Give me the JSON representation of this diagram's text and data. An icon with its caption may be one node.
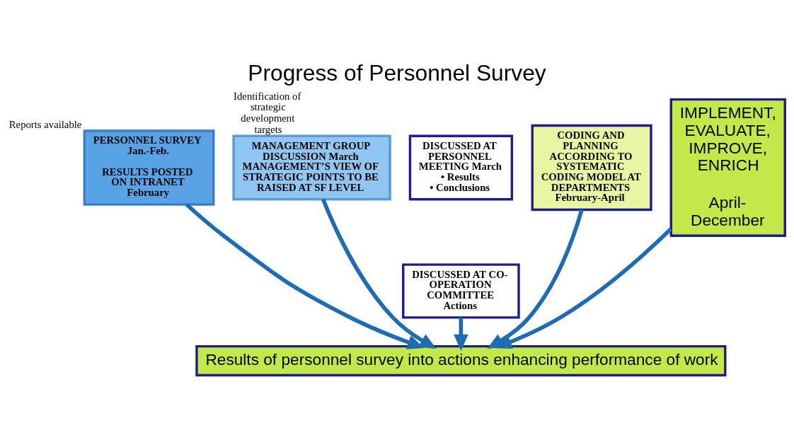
{
  "diagram": {
    "title": "Progress of Personnel Survey",
    "nodes": [
      {
        "text": [
          "PERSONNEL SURVEY Jan.-Feb.",
          "RESULTS POSTED ON INTRANET February"
        ],
        "beside": [
          "Reports available"
        ]
      },
      {
        "text": [
          "MANAGEMENT GROUP DISCUSSION March",
          "MANAGEMENT’S VIEW OF STRATEGIC POINTS TO BE RAISED AT SF LEVEL"
        ],
        "beside": [
          "Identification of strategic development targets"
        ]
      },
      {
        "text": [
          "DISCUSSED AT PERSONNEL MEETING March",
          "• Results",
          "• Conclusions"
        ]
      },
      {
        "text": [
          "DISCUSSED AT CO-OPERATION COMMITTEE",
          "Actions"
        ]
      },
      {
        "text": [
          "CODING AND PLANNING ACCORDING TO SYSTEMATIC CODING MODEL AT DEPARTMENTS",
          "February-April"
        ]
      },
      {
        "text": [
          "IMPLEMENT, EVALUATE, IMPROVE, ENRICH",
          "April-December"
        ]
      },
      {
        "text": [
          "Results of personnel survey into actions enhancing performance of work"
        ]
      }
    ],
    "edges": [
      {
        "from": 0,
        "to": 6,
        "arrow": "to"
      },
      {
        "from": 1,
        "to": 6,
        "arrow": "to"
      },
      {
        "from": 3,
        "to": 6,
        "arrow": "to"
      },
      {
        "from": 4,
        "to": 6,
        "arrow": "to"
      },
      {
        "from": 5,
        "to": 6,
        "arrow": "to"
      }
    ]
  }
}
